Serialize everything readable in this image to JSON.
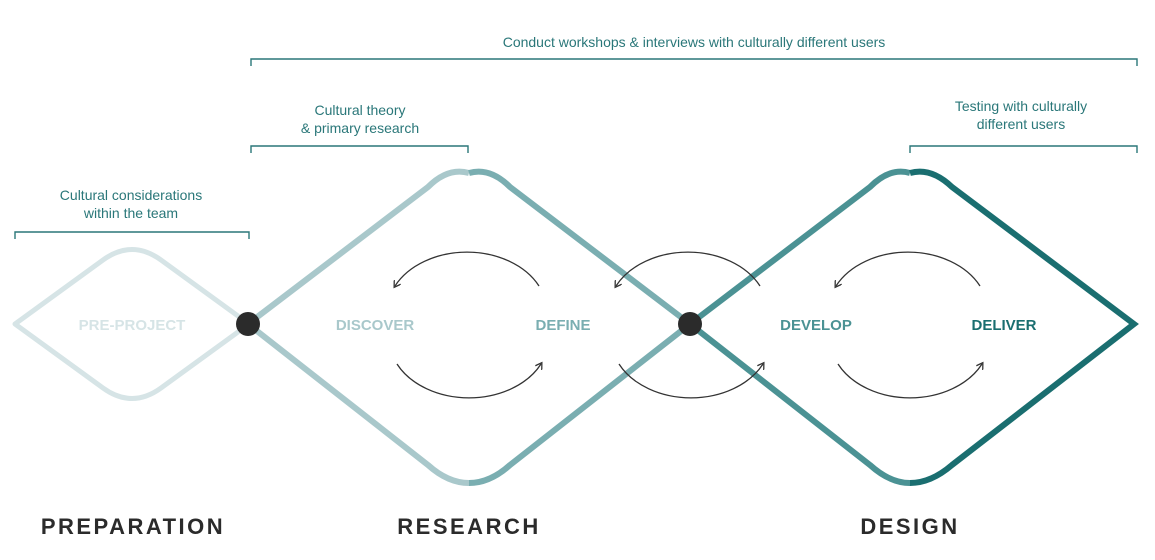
{
  "colors": {
    "pre": "#d6e4e6",
    "discover": "#a9c8cb",
    "define": "#7aaeb1",
    "develop": "#4b9294",
    "deliver": "#1a6e70",
    "annotation": "#2a7779",
    "node": "#2b2b2b",
    "arrow": "#333333",
    "section": "#2b2b2b"
  },
  "annotations": {
    "workshops": "Conduct workshops & interviews with culturally different users",
    "cultural_theory_line1": "Cultural theory",
    "cultural_theory_line2": "& primary research",
    "team_line1": "Cultural considerations",
    "team_line2": "within the team",
    "testing_line1": "Testing with culturally",
    "testing_line2": "different users"
  },
  "phases": {
    "pre_project": "PRE-PROJECT",
    "discover": "DISCOVER",
    "define": "DEFINE",
    "develop": "DEVELOP",
    "deliver": "DELIVER"
  },
  "sections": {
    "preparation": "PREPARATION",
    "research": "RESEARCH",
    "design": "DESIGN"
  }
}
